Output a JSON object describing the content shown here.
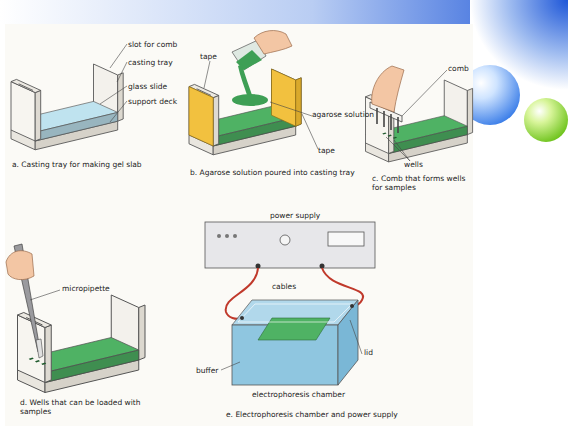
{
  "diagram": {
    "labels": [
      "slot for comb",
      "casting tray",
      "glass slide",
      "support deck",
      "a. Casting tray for making gel slab",
      "tape",
      "tape",
      "agarose solution",
      "b. Agarose solution poured into casting tray",
      "comb",
      "wells",
      "c. Comb that forms wells for samples",
      "micropipette",
      "d. Wells that can be loaded with samples",
      "power supply",
      "cables",
      "buffer",
      "lid",
      "electrophoresis chamber",
      "e. Electrophoresis chamber and power supply"
    ]
  }
}
